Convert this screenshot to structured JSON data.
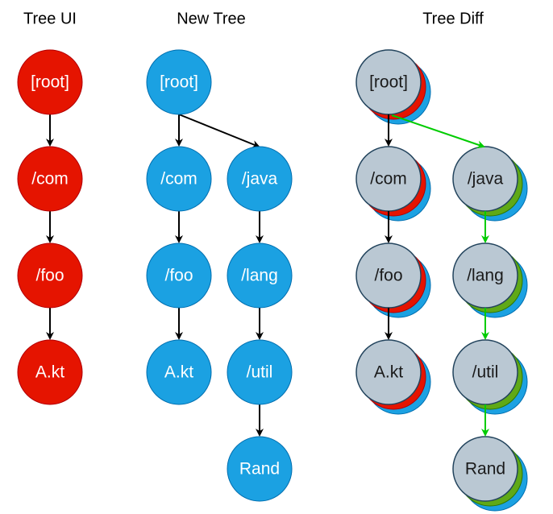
{
  "colors": {
    "ui_fill": "#e51400",
    "ui_stroke": "#b20000",
    "new_fill": "#1ba1e2",
    "new_stroke": "#006eaf",
    "diff_fill": "#bac8d3",
    "diff_stroke": "#23445d",
    "added_fill": "#60a917",
    "added_stroke": "#2d7600",
    "black_edge": "#000000",
    "green_edge": "#00cc00"
  },
  "columns": {
    "ui": {
      "title": "Tree UI",
      "nodes": [
        "[root]",
        "/com",
        "/foo",
        "A.kt"
      ]
    },
    "new": {
      "title": "New Tree",
      "nodes": [
        "[root]",
        "/com",
        "/java",
        "/foo",
        "/lang",
        "A.kt",
        "/util",
        "Rand"
      ]
    },
    "diff": {
      "title": "Tree Diff",
      "nodes": [
        "[root]",
        "/com",
        "/java",
        "/foo",
        "/lang",
        "A.kt",
        "/util",
        "Rand"
      ]
    }
  }
}
